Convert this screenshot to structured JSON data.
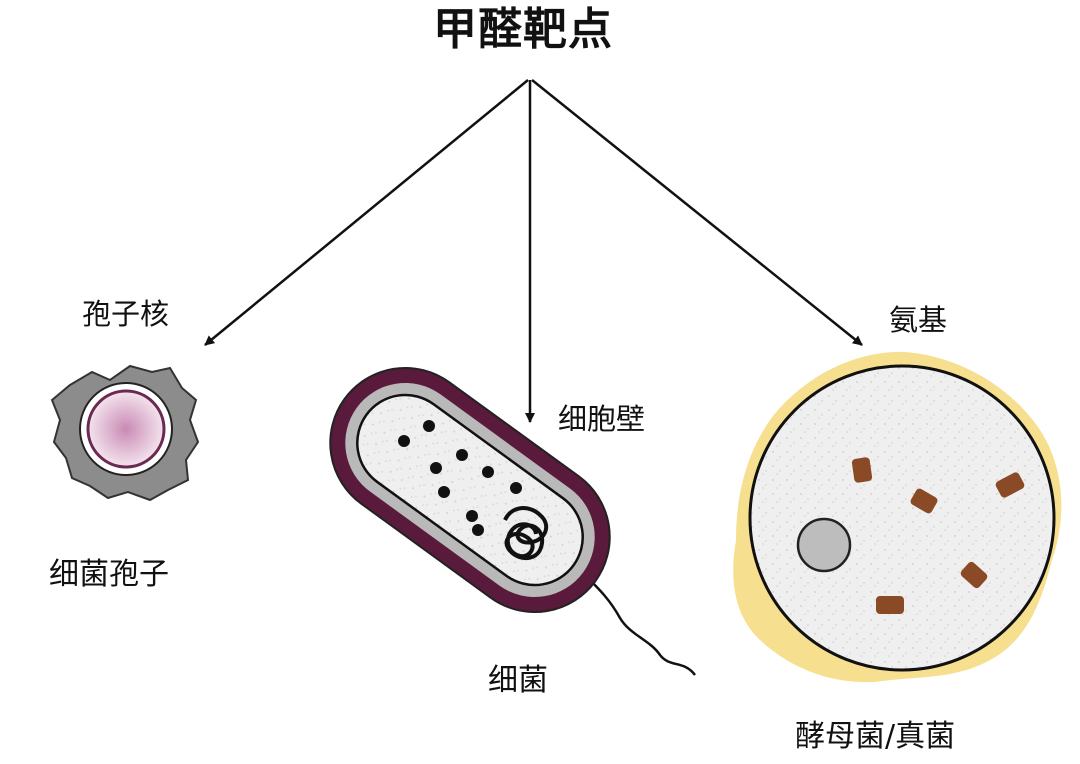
{
  "title": "甲醛靶点",
  "targets": {
    "spore_core": "孢子核",
    "cell_wall": "细胞壁",
    "amino_group": "氨基"
  },
  "organisms": {
    "bacterial_spore": "细菌孢子",
    "bacteria": "细菌",
    "yeast_fungi": "酵母菌/真菌"
  },
  "colors": {
    "spore_coat": "#8c8c8c",
    "spore_core_fill": "#d9a9c8",
    "bacteria_wall": "#5a1a3c",
    "yeast_halo": "#f6e08f",
    "yeast_granule": "#8a4a26"
  }
}
